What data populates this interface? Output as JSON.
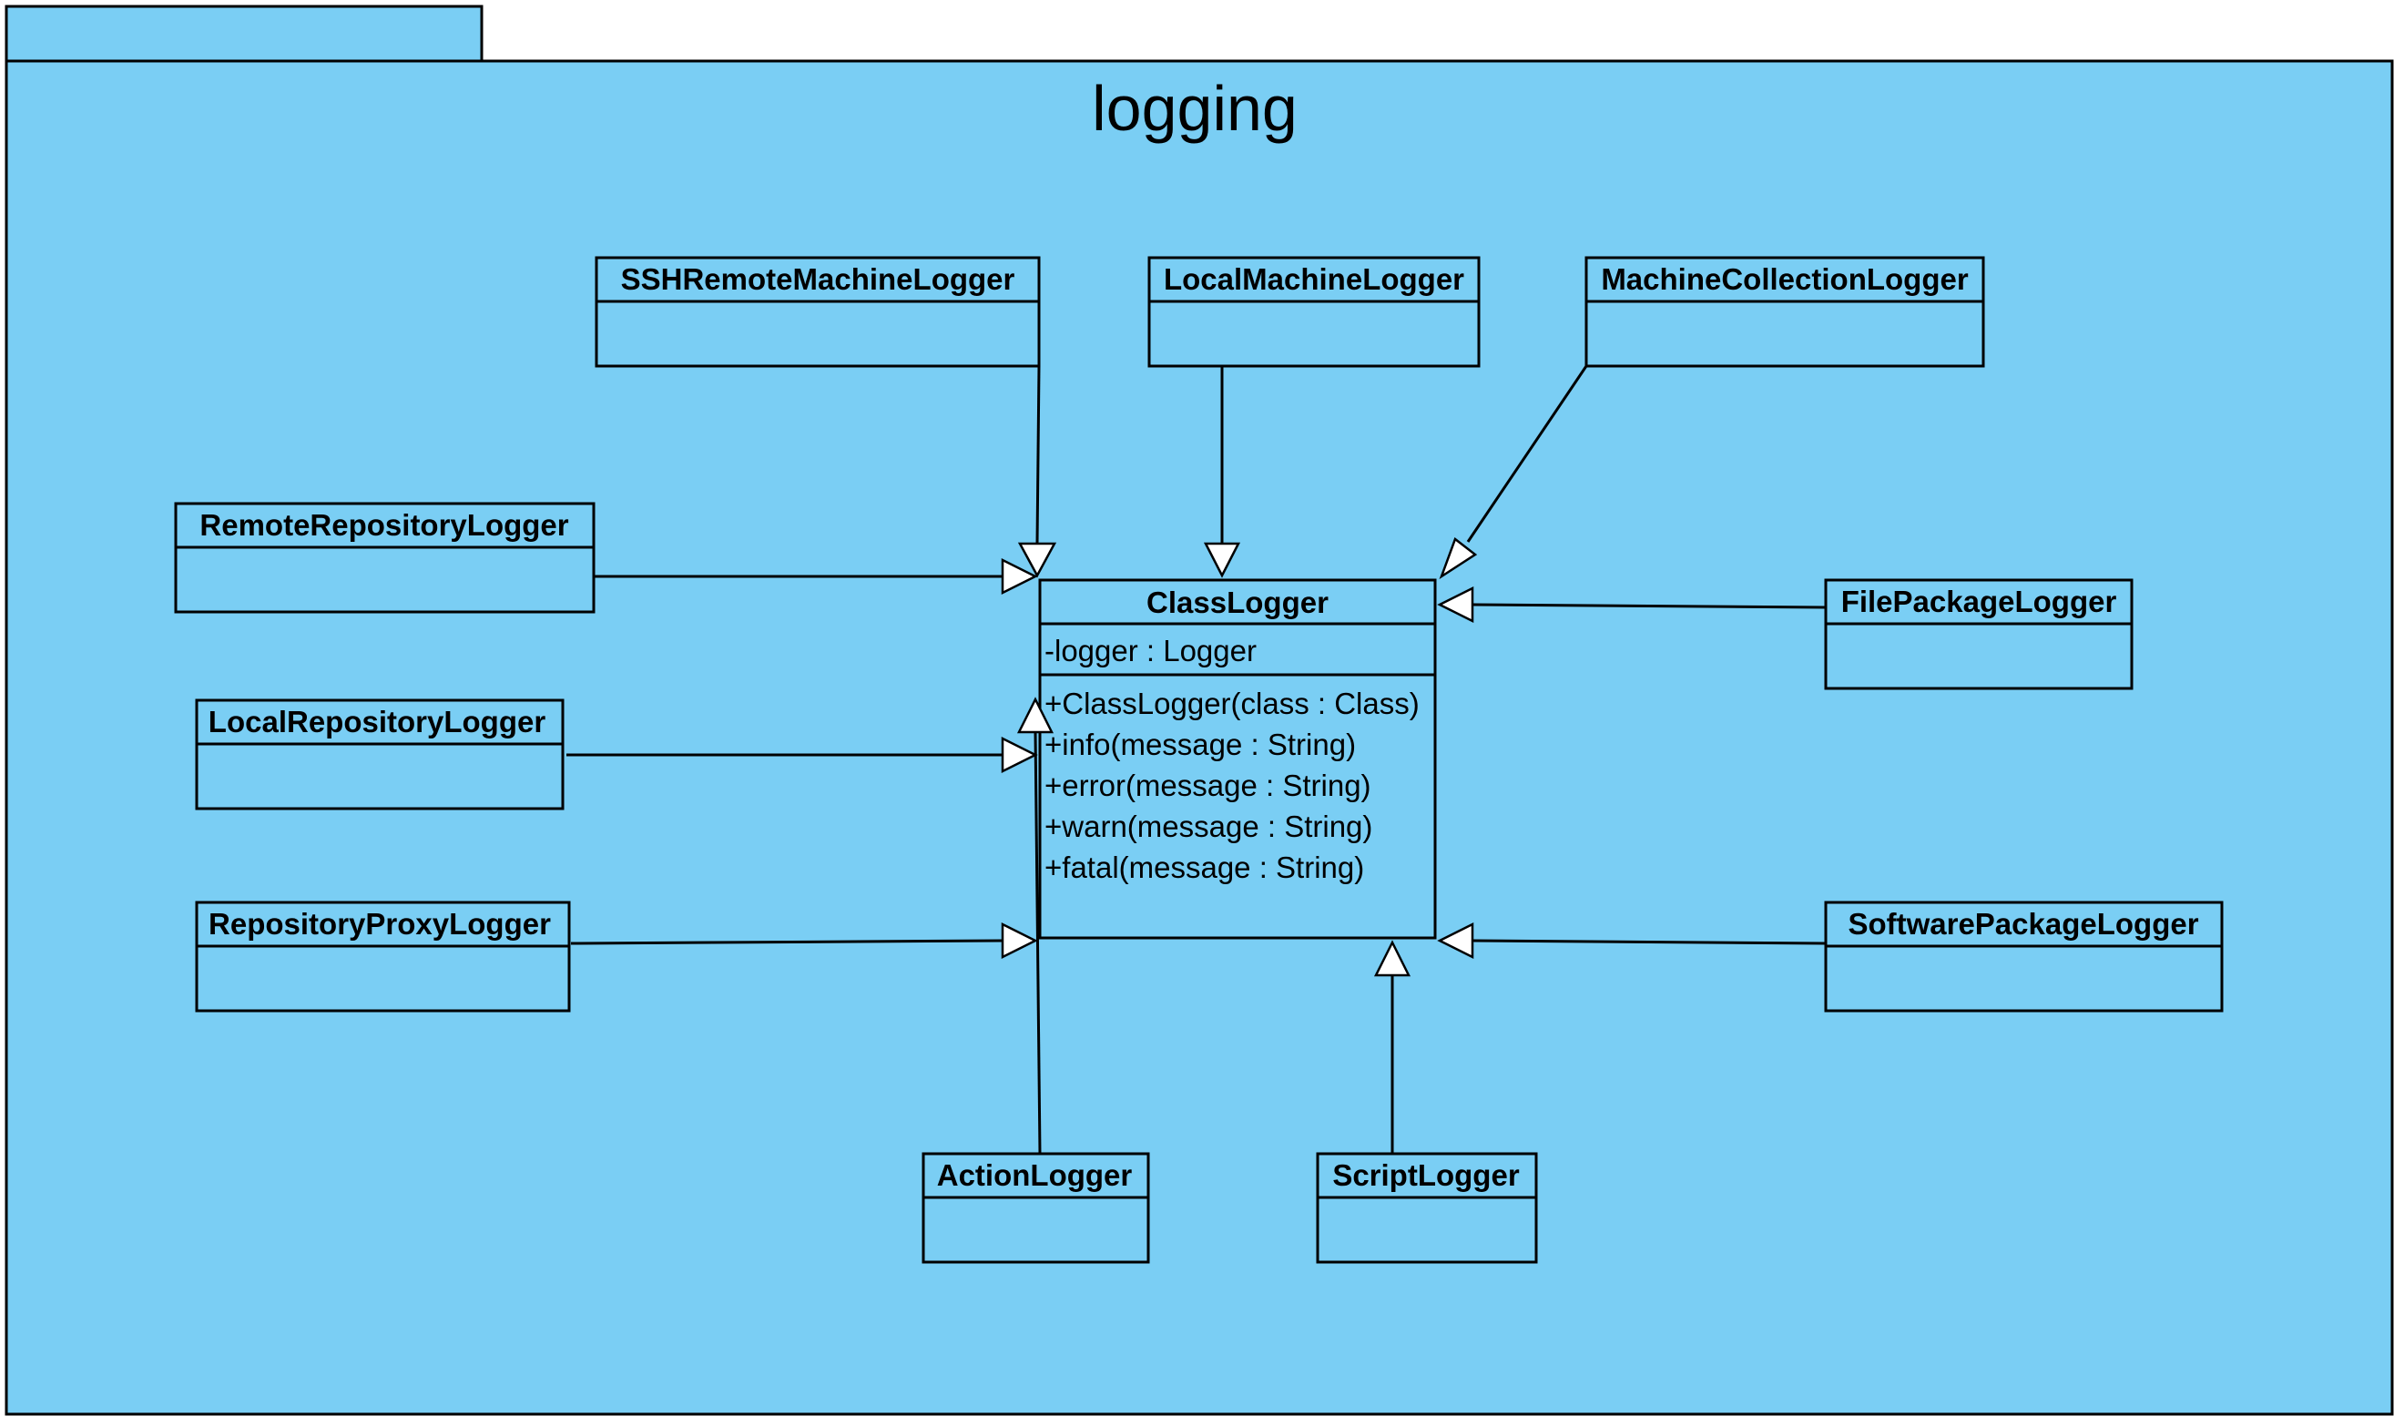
{
  "package": {
    "name": "logging",
    "fill_color": "#7ACEF4"
  },
  "classes": {
    "class_logger": {
      "name": "ClassLogger",
      "attributes": [
        "-logger : Logger"
      ],
      "operations": [
        "+ClassLogger(class : Class)",
        "+info(message : String)",
        "+error(message : String)",
        "+warn(message : String)",
        "+fatal(message : String)"
      ]
    },
    "ssh_remote_machine_logger": {
      "name": "SSHRemoteMachineLogger"
    },
    "local_machine_logger": {
      "name": "LocalMachineLogger"
    },
    "machine_collection_logger": {
      "name": "MachineCollectionLogger"
    },
    "remote_repository_logger": {
      "name": "RemoteRepositoryLogger"
    },
    "local_repository_logger": {
      "name": "LocalRepositoryLogger"
    },
    "repository_proxy_logger": {
      "name": "RepositoryProxyLogger"
    },
    "file_package_logger": {
      "name": "FilePackageLogger"
    },
    "software_package_logger": {
      "name": "SoftwarePackageLogger"
    },
    "action_logger": {
      "name": "ActionLogger"
    },
    "script_logger": {
      "name": "ScriptLogger"
    }
  },
  "relationships": [
    {
      "from": "SSHRemoteMachineLogger",
      "to": "ClassLogger",
      "type": "generalization"
    },
    {
      "from": "LocalMachineLogger",
      "to": "ClassLogger",
      "type": "generalization"
    },
    {
      "from": "MachineCollectionLogger",
      "to": "ClassLogger",
      "type": "generalization"
    },
    {
      "from": "RemoteRepositoryLogger",
      "to": "ClassLogger",
      "type": "generalization"
    },
    {
      "from": "LocalRepositoryLogger",
      "to": "ClassLogger",
      "type": "generalization"
    },
    {
      "from": "RepositoryProxyLogger",
      "to": "ClassLogger",
      "type": "generalization"
    },
    {
      "from": "FilePackageLogger",
      "to": "ClassLogger",
      "type": "generalization"
    },
    {
      "from": "SoftwarePackageLogger",
      "to": "ClassLogger",
      "type": "generalization"
    },
    {
      "from": "ActionLogger",
      "to": "ClassLogger",
      "type": "generalization"
    },
    {
      "from": "ScriptLogger",
      "to": "ClassLogger",
      "type": "generalization"
    }
  ]
}
